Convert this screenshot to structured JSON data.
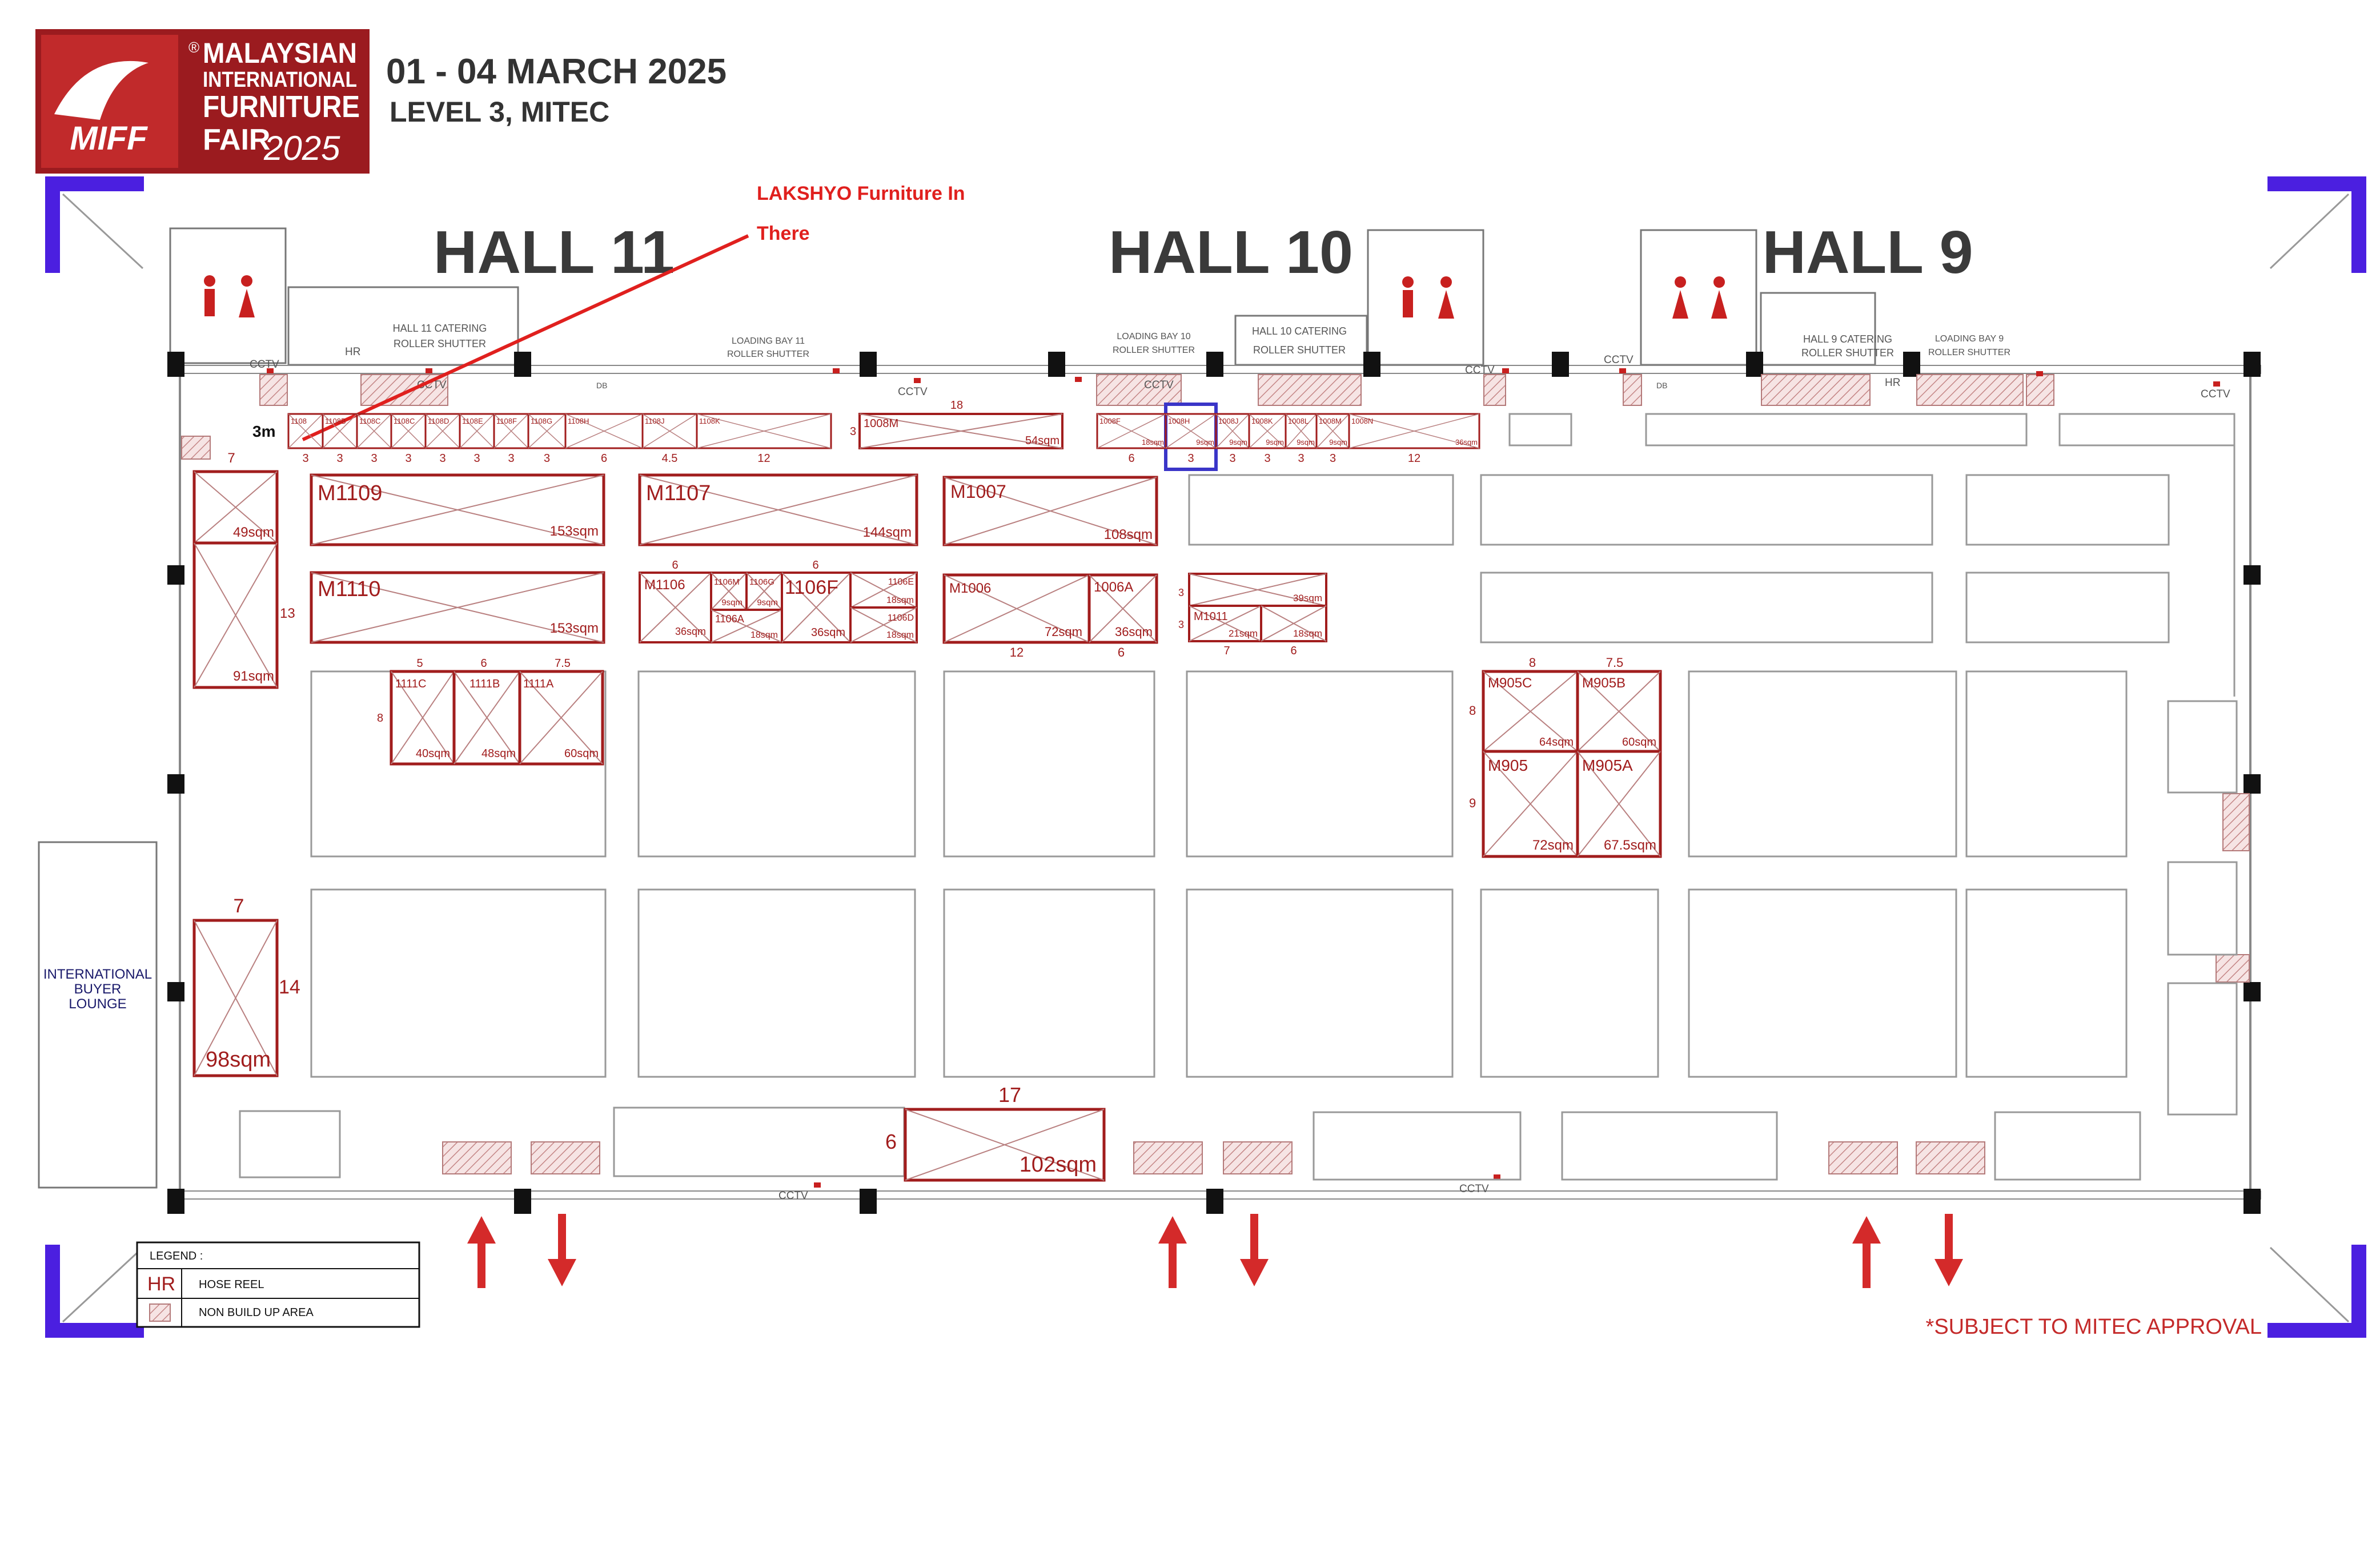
{
  "header": {
    "logo_line1": "MALAYSIAN",
    "logo_line2": "INTERNATIONAL",
    "logo_line3": "FURNITURE",
    "logo_line4": "FAIR",
    "logo_year": "2025",
    "logo_mark": "MIFF",
    "logo_reg": "®",
    "dates": "01 - 04 MARCH 2025",
    "venue": "LEVEL 3, MITEC"
  },
  "halls": [
    "HALL 11",
    "HALL 10",
    "HALL 9"
  ],
  "annotation": {
    "line1": "LAKSHYO Furniture In",
    "line2": "There"
  },
  "service_labels": {
    "hall11_catering": [
      "HALL 11 CATERING",
      "ROLLER SHUTTER"
    ],
    "loading_bay_11": [
      "LOADING BAY 11",
      "ROLLER SHUTTER"
    ],
    "loading_bay_10": [
      "LOADING BAY 10",
      "ROLLER SHUTTER"
    ],
    "hall10_catering": [
      "HALL 10 CATERING",
      "ROLLER SHUTTER"
    ],
    "hall9_catering": [
      "HALL 9 CATERING",
      "ROLLER SHUTTER"
    ],
    "loading_bay_9": [
      "LOADING BAY 9",
      "ROLLER SHUTTER"
    ]
  },
  "cctv_label": "CCTV",
  "hr_label": "HR",
  "db_label": "DB",
  "row_width_label": "3m",
  "top_row_left": {
    "codes": [
      "1108",
      "1108B",
      "1108C",
      "1108C",
      "1108D",
      "1108E",
      "1108F",
      "1108G",
      "1108H",
      "1108J",
      "1108K"
    ],
    "widths": [
      "3",
      "3",
      "3",
      "3",
      "3",
      "3",
      "3",
      "3",
      "6",
      "4.5",
      "12"
    ]
  },
  "booth_1008m": {
    "code": "1008M",
    "area": "54sqm",
    "width": "18",
    "depth": "3"
  },
  "top_row_right": {
    "codes": [
      "1008F",
      "1008H",
      "1008J",
      "1008K",
      "1008L",
      "1008M",
      "1008N"
    ],
    "areas": [
      "18sqm",
      "9sqm",
      "9sqm",
      "9sqm",
      "9sqm",
      "9sqm",
      "36sqm"
    ],
    "widths": [
      "6",
      "3",
      "3",
      "3",
      "3",
      "3",
      "12"
    ]
  },
  "booths": {
    "m1109": {
      "code": "M1109",
      "area": "153sqm"
    },
    "m1107": {
      "code": "M1107",
      "area": "144sqm"
    },
    "m1007": {
      "code": "M1007",
      "area": "108sqm"
    },
    "m1110": {
      "code": "M1110",
      "area": "153sqm"
    },
    "left_49": {
      "area": "49sqm",
      "width": "7"
    },
    "left_91": {
      "area": "91sqm",
      "depth": "13"
    },
    "left_98": {
      "area": "98sqm",
      "width": "7",
      "depth": "14"
    },
    "m1106": {
      "code": "M1106",
      "area": "36sqm",
      "width": "6"
    },
    "b1106m": {
      "code": "1106M",
      "area": "9sqm"
    },
    "b1106g": {
      "code": "1106G",
      "area": "9sqm"
    },
    "b1106a": {
      "code": "1106A",
      "area": "18sqm"
    },
    "b1106f": {
      "code": "1106F",
      "area": "36sqm",
      "width": "6"
    },
    "b1106e": {
      "code": "1106E",
      "area": "18sqm"
    },
    "b1106d": {
      "code": "1106D",
      "area": "18sqm"
    },
    "m1006": {
      "code": "M1006",
      "area": "72sqm",
      "width": "12"
    },
    "b1006a": {
      "code": "1006A",
      "area": "36sqm",
      "width": "6"
    },
    "b1011_top": {
      "area": "39sqm",
      "depth": "3"
    },
    "m1011": {
      "code": "M1011",
      "area": "21sqm",
      "width": "7",
      "depth": "3"
    },
    "b1011_right": {
      "area": "18sqm",
      "width": "6"
    },
    "b1111c": {
      "code": "1111C",
      "area": "40sqm",
      "width": "5",
      "depth": "8"
    },
    "b1111b": {
      "code": "1111B",
      "area": "48sqm",
      "width": "6"
    },
    "b1111a": {
      "code": "1111A",
      "area": "60sqm",
      "width": "7.5"
    },
    "m905c": {
      "code": "M905C",
      "area": "64sqm",
      "width": "8",
      "depth": "8"
    },
    "m905b": {
      "code": "M905B",
      "area": "60sqm",
      "width": "7.5"
    },
    "m905": {
      "code": "M905",
      "area": "72sqm",
      "depth": "9"
    },
    "m905a": {
      "code": "M905A",
      "area": "67.5sqm"
    },
    "bottom_102": {
      "area": "102sqm",
      "width": "17",
      "depth": "6"
    }
  },
  "lounge": {
    "line1": "INTERNATIONAL",
    "line2": "BUYER",
    "line3": "LOUNGE"
  },
  "legend": {
    "title": "LEGEND :",
    "rows": [
      {
        "symbol": "HR",
        "label": "HOSE REEL"
      },
      {
        "symbol": "hatch",
        "label": "NON BUILD UP AREA"
      }
    ]
  },
  "footnote": "*SUBJECT TO MITEC APPROVAL",
  "colors": {
    "booth": "#a11d1d",
    "brand": "#9b1b1f",
    "annotation": "#e0201e",
    "highlight": "#3a35c8",
    "corner": "#4b1fe0",
    "wall": "#888888"
  }
}
